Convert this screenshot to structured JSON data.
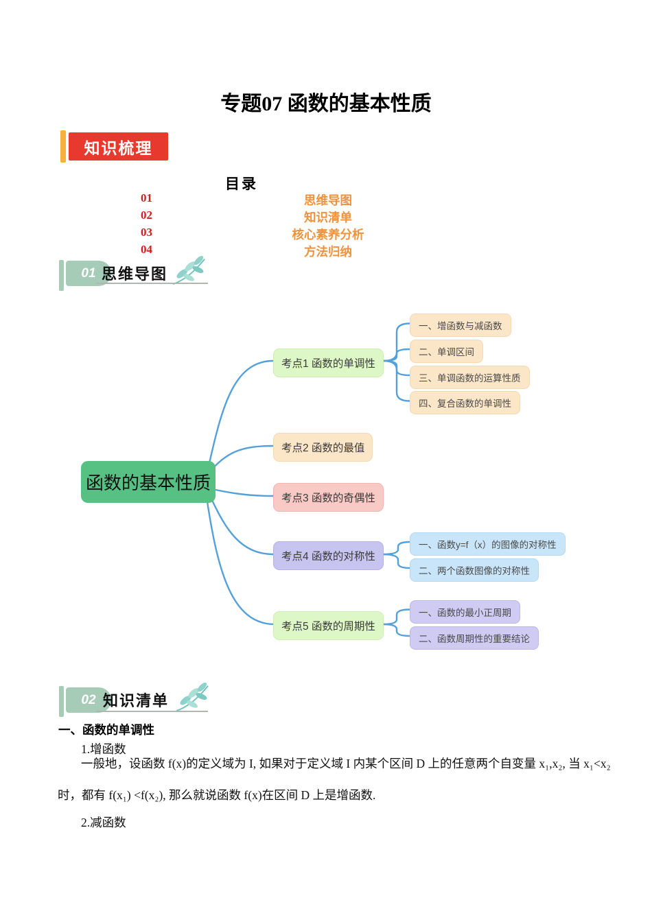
{
  "page": {
    "title": "专题07 函数的基本性质"
  },
  "badge": {
    "label": "知识梳理"
  },
  "toc": {
    "heading": "目录",
    "items": [
      {
        "num": "01",
        "label": "思维导图"
      },
      {
        "num": "02",
        "label": "知识清单"
      },
      {
        "num": "03",
        "label": "核心素养分析"
      },
      {
        "num": "04",
        "label": "方法归纳"
      }
    ]
  },
  "sections": {
    "s1": {
      "num": "01",
      "title": "思维导图"
    },
    "s2": {
      "num": "02",
      "title": "知识清单"
    }
  },
  "mindmap": {
    "root": "函数的基本性质",
    "topics": [
      {
        "label": "考点1 函数的单调性",
        "children": [
          "一、增函数与减函数",
          "二、单调区间",
          "三、单调函数的运算性质",
          "四、复合函数的单调性"
        ]
      },
      {
        "label": "考点2 函数的最值",
        "children": []
      },
      {
        "label": "考点3 函数的奇偶性",
        "children": []
      },
      {
        "label": "考点4 函数的对称性",
        "children": [
          "一、函数y=f（x）的图像的对称性",
          "二、两个函数图像的对称性"
        ]
      },
      {
        "label": "考点5 函数的周期性",
        "children": [
          "一、函数的最小正周期",
          "二、函数周期性的重要结论"
        ]
      }
    ]
  },
  "content": {
    "heading1": "一、函数的单调性",
    "sub1": "1.增函数",
    "para1": "一般地，设函数 f(x)的定义域为 I, 如果对于定义域 I 内某个区间 D 上的任意两个自变量 x₁,x₂, 当 x₁<x₂ 时，都有 f(x₁) <f(x₂), 那么就说函数 f(x)在区间 D 上是增函数.",
    "sub2": "2.减函数"
  },
  "colors": {
    "badge_red": "#e8392e",
    "badge_yellow_bar": "#f7b03e",
    "toc_number_red": "#cf1d1a",
    "toc_link_orange": "#f0923b",
    "section_badge_green": "#a6ccb8",
    "leaf_teal": "#7cc9c2",
    "mindmap_root_green": "#57c184",
    "mindmap_topic_green": "#ddf8c6",
    "mindmap_peach": "#fce6c8",
    "mindmap_pink": "#f9c9c5",
    "mindmap_purple": "#c8c4f0",
    "mindmap_blue": "#c9e5f9",
    "mindmap_lilac": "#cfcbf2",
    "connector_blue": "#54a0da"
  }
}
